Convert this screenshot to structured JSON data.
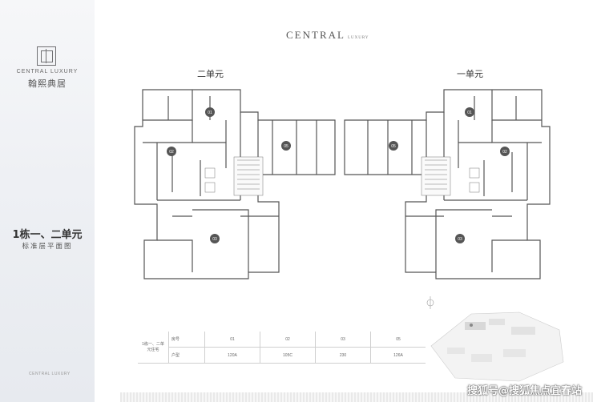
{
  "brand": {
    "name_en": "CENTRAL LUXURY",
    "name_cn": "翰熙典居",
    "footer": "CENTRAL LUXURY"
  },
  "header": {
    "logo": "CENTRAL",
    "logo_small": "LUXURY"
  },
  "plan": {
    "title": "1栋一、二单元",
    "subtitle": "标准层平面图",
    "unit_left": "二单元",
    "unit_right": "一单元",
    "rooms": [
      "01",
      "02",
      "03",
      "05"
    ]
  },
  "table": {
    "row_head": "1栋一、二单元住宅",
    "rows": [
      {
        "label": "房号",
        "values": [
          "01",
          "02",
          "03",
          "05"
        ]
      },
      {
        "label": "户型",
        "values": [
          "120A",
          "105C",
          "230",
          "126A"
        ]
      }
    ]
  },
  "watermark": "搜狐号@搜狐焦点宜春站",
  "colors": {
    "sidebar": "#eef0f4",
    "room_badge": "#555555",
    "wall": "#555555"
  }
}
